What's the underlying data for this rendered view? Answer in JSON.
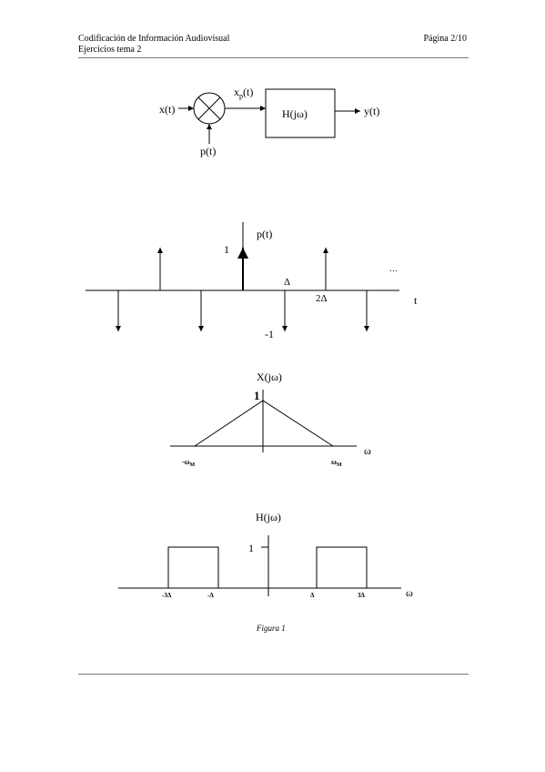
{
  "header": {
    "course": "Codificación de Información Audiovisual",
    "topic": "Ejercicios tema 2",
    "page": "Página 2/10"
  },
  "block_diagram": {
    "input": "x(t)",
    "multiplier": "×",
    "carrier": "p(t)",
    "product": "x",
    "product_sub": "p",
    "product_arg": "(t)",
    "filter": "H(jω)",
    "output": "y(t)"
  },
  "impulse_train": {
    "label": "p(t)",
    "one": "1",
    "minus_one": "-1",
    "delta": "Δ",
    "two_delta": "2Δ",
    "axis": "t",
    "ellipsis": "…"
  },
  "spectrum_x": {
    "label": "X(jω)",
    "peak": "1",
    "left": "-ω",
    "right": "ω",
    "sub": "M",
    "axis": "ω"
  },
  "filter_h": {
    "label": "H(jω)",
    "level": "1",
    "ticks": [
      "-3Δ",
      "-Δ",
      "Δ",
      "3Δ"
    ],
    "axis": "ω"
  },
  "caption": "Figura 1"
}
